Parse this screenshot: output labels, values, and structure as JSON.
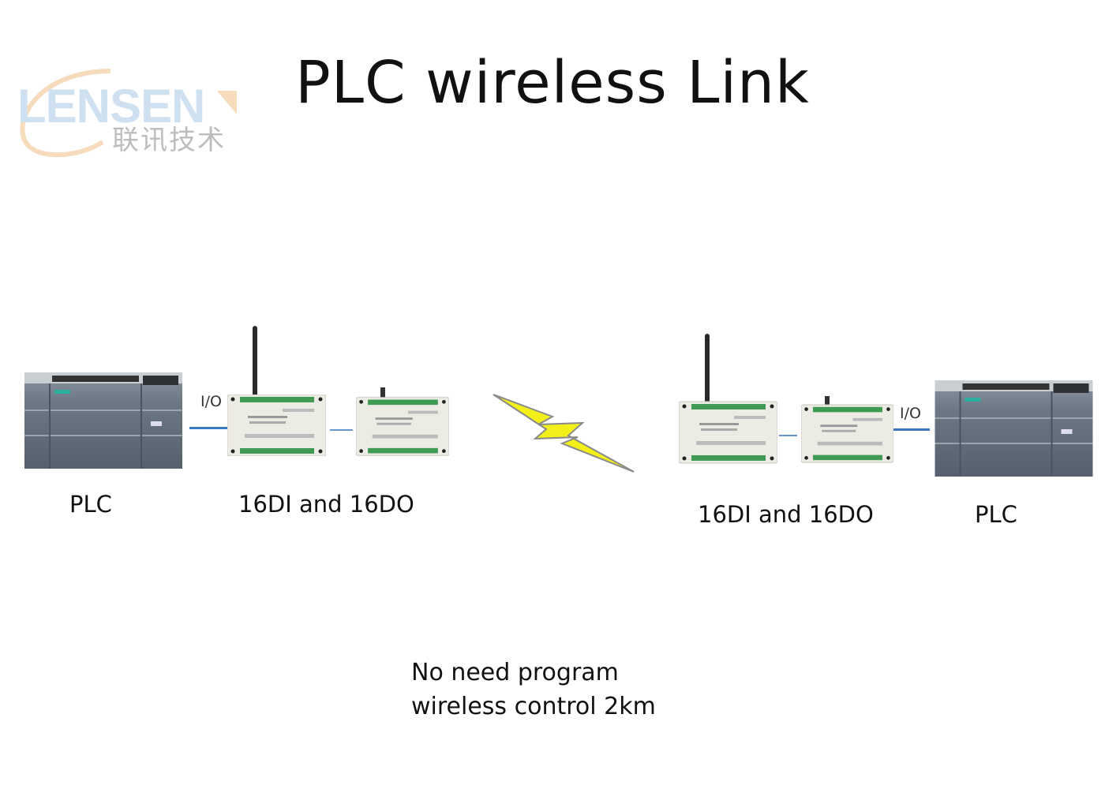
{
  "title": "PLC wireless Link",
  "logo": {
    "name": "LENSEN",
    "subtitle": "联讯技术"
  },
  "left": {
    "plc_label": "PLC",
    "io_label": "I/O",
    "module_label": "16DI and 16DO"
  },
  "right": {
    "plc_label": "PLC",
    "io_label": "I/O",
    "module_label": "16DI and 16DO"
  },
  "note": {
    "line1": "No need program",
    "line2": "wireless control 2km"
  },
  "colors": {
    "link": "#3a78c0",
    "bolt": "#f2ef1a",
    "plc": "#5f6b78",
    "module": "#ecebe4",
    "terminal": "#3f9a54"
  }
}
